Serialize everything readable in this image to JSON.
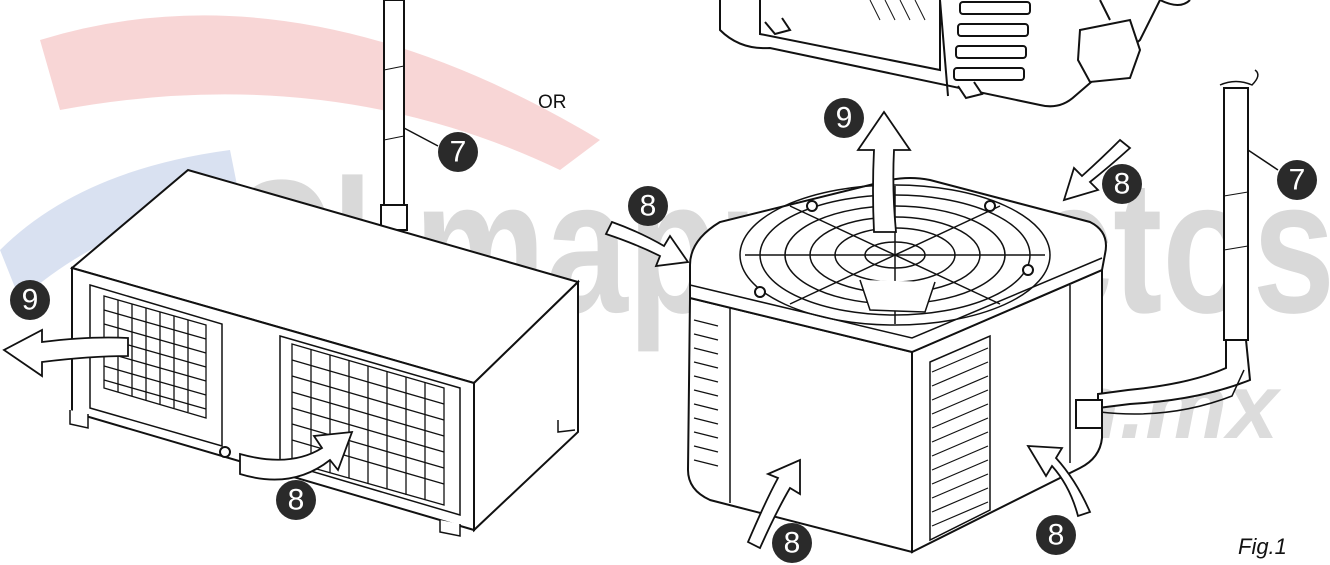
{
  "watermark": {
    "brand": "Climaproyectos",
    "domain": ".com.mx",
    "color_red": "#f4c3c3",
    "color_gray": "#d7d7d7",
    "color_blue": "#d3dcec"
  },
  "labels": {
    "or": "OR",
    "figure": "Fig.1"
  },
  "callouts": {
    "pipe": "7",
    "air_in": "8",
    "air_out": "9"
  },
  "colors": {
    "badge": "#2a2a2a",
    "line": "#111111"
  }
}
